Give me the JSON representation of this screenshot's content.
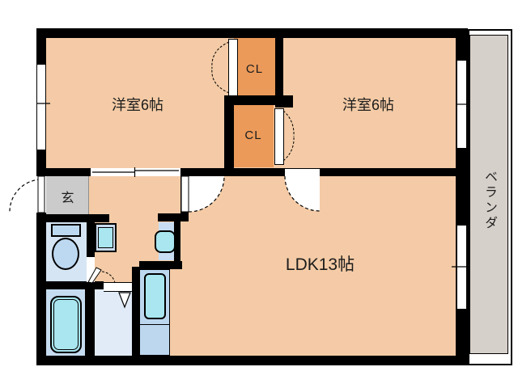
{
  "title": "apartment floor plan",
  "colors": {
    "wall": "#000000",
    "room": "#F4CBA6",
    "closet": "#EB9A59",
    "entrance": "#CBCBCB",
    "veranda": "#D6D0CA",
    "toilet-room": "#D5E5F4",
    "bathroom": "#C6DCF0",
    "washroom": "#E0EBF7",
    "fixture": "#BDD9F1",
    "water": "#A9E6EF",
    "counter": "#BDD7EF"
  },
  "rooms": {
    "bedroom_left": {
      "label": "洋室6帖"
    },
    "bedroom_right": {
      "label": "洋室6帖"
    },
    "ldk": {
      "label": "LDK13帖"
    },
    "closet_top": {
      "label": "CL"
    },
    "closet_bottom": {
      "label": "CL"
    },
    "entrance": {
      "label": "玄"
    },
    "veranda": {
      "label": "ベランダ"
    }
  },
  "fixtures": [
    "toilet",
    "washing-machine",
    "washbasin",
    "bathtub",
    "kitchen-sink"
  ]
}
